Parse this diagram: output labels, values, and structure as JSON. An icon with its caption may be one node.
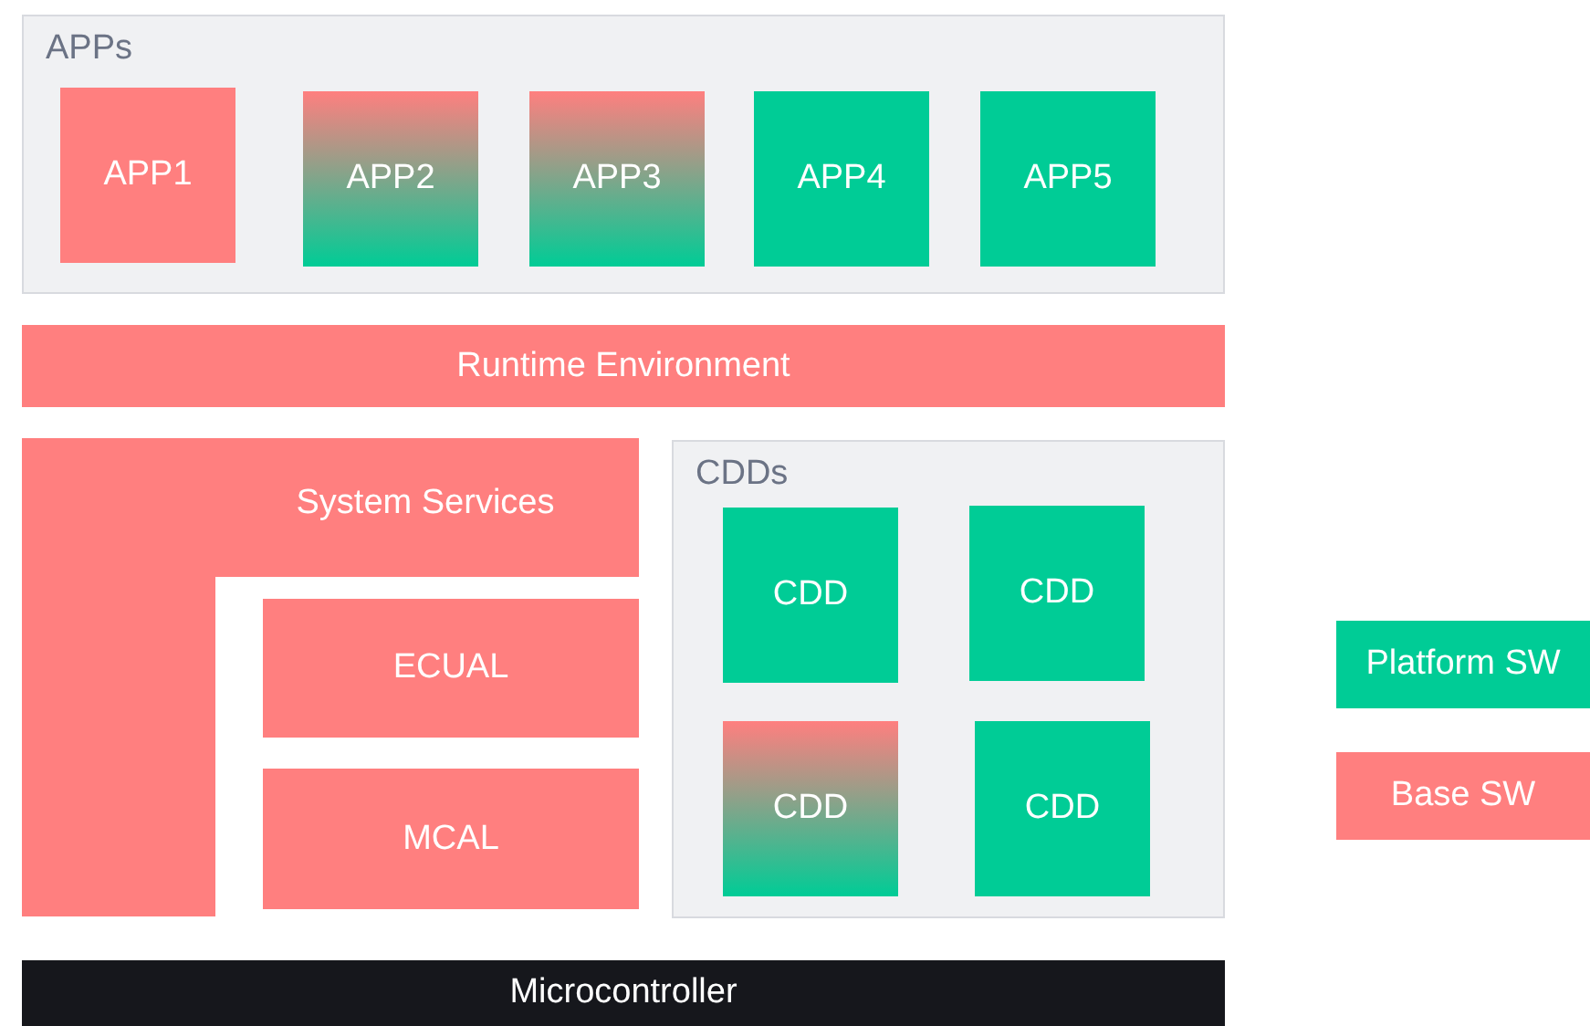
{
  "diagram": {
    "nodes": [
      {
        "text": [
          "APPs"
        ]
      },
      {
        "text": [
          "APP1"
        ],
        "in": 0
      },
      {
        "text": [
          "APP2"
        ],
        "in": 0
      },
      {
        "text": [
          "APP3"
        ],
        "in": 0
      },
      {
        "text": [
          "APP4"
        ],
        "in": 0
      },
      {
        "text": [
          "APP5"
        ],
        "in": 0
      },
      {
        "text": [
          "Runtime Environment"
        ]
      },
      {
        "text": [
          "System Services"
        ]
      },
      {
        "text": [
          "ECUAL"
        ]
      },
      {
        "text": [
          "MCAL"
        ]
      },
      {
        "text": [
          "CDDs"
        ]
      },
      {
        "text": [
          "CDD"
        ],
        "in": 10
      },
      {
        "text": [
          "CDD"
        ],
        "in": 10
      },
      {
        "text": [
          "CDD"
        ],
        "in": 10
      },
      {
        "text": [
          "CDD"
        ],
        "in": 10
      },
      {
        "text": [
          "Microcontroller"
        ]
      }
    ],
    "edges": [],
    "legend": [
      {
        "text": "Platform SW",
        "color": "#00cc96"
      },
      {
        "text": "Base SW",
        "color": "#ff7f7f"
      }
    ]
  }
}
